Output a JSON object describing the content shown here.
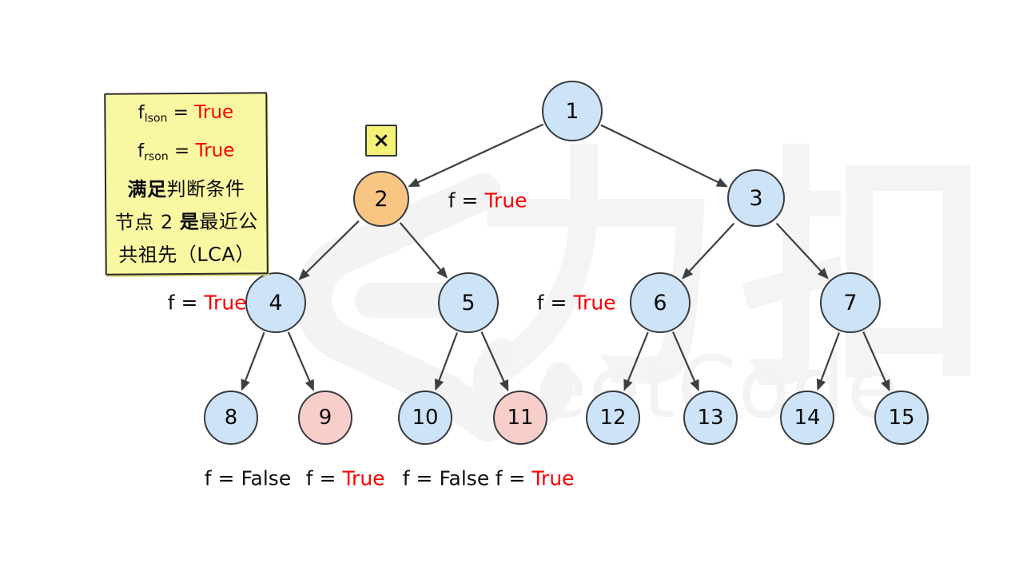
{
  "colors": {
    "node_fill_blue": "#cde3f8",
    "node_fill_orange_lca": "#f8c583",
    "node_fill_pink_target": "#f8cecb",
    "node_border": "#383c40",
    "arrow": "#3b4045",
    "note_background": "#faf7a2",
    "x_box_background": "#f5f176",
    "text_red": "#fb0000",
    "text_black": "#0b0b0b",
    "watermark_gray": "#f4f4f4"
  },
  "watermark": {
    "cn": "力扣",
    "en": "LeetCode"
  },
  "note": {
    "line1": {
      "var": "f",
      "sub": "lson",
      "eq": " = ",
      "val": "True"
    },
    "line2": {
      "var": "f",
      "sub": "rson",
      "eq": " = ",
      "val": "True"
    },
    "line3": {
      "bold": "满足",
      "rest": "判断条件"
    },
    "line4": {
      "pre": "节点 2 ",
      "bold": "是",
      "rest": "最近公"
    },
    "line5": {
      "text": "共祖先（LCA）"
    }
  },
  "x_marker": {
    "symbol": "×"
  },
  "tree": {
    "type": "binary-tree",
    "nodes": [
      {
        "value": "1",
        "state": "default"
      },
      {
        "value": "2",
        "state": "lca-highlight"
      },
      {
        "value": "3",
        "state": "default"
      },
      {
        "value": "4",
        "state": "default"
      },
      {
        "value": "5",
        "state": "default"
      },
      {
        "value": "6",
        "state": "default"
      },
      {
        "value": "7",
        "state": "default"
      },
      {
        "value": "8",
        "state": "default"
      },
      {
        "value": "9",
        "state": "target"
      },
      {
        "value": "10",
        "state": "default"
      },
      {
        "value": "11",
        "state": "target"
      },
      {
        "value": "12",
        "state": "default"
      },
      {
        "value": "13",
        "state": "default"
      },
      {
        "value": "14",
        "state": "default"
      },
      {
        "value": "15",
        "state": "default"
      }
    ],
    "edges": [
      "1→2",
      "1→3",
      "2→4",
      "2→5",
      "3→6",
      "3→7",
      "4→8",
      "4→9",
      "5→10",
      "5→11",
      "6→12",
      "6→13",
      "7→14",
      "7→15"
    ]
  },
  "annotations": {
    "node2": {
      "prefix": "f = ",
      "value": "True"
    },
    "node4": {
      "prefix": "f = ",
      "value": "True"
    },
    "node5": {
      "prefix": "f = ",
      "value": "True"
    },
    "node8": {
      "prefix": "f = ",
      "value": "False"
    },
    "node9": {
      "prefix": "f = ",
      "value": "True"
    },
    "node10": {
      "prefix": "f = ",
      "value": "False"
    },
    "node11": {
      "prefix": "f = ",
      "value": "True"
    }
  }
}
